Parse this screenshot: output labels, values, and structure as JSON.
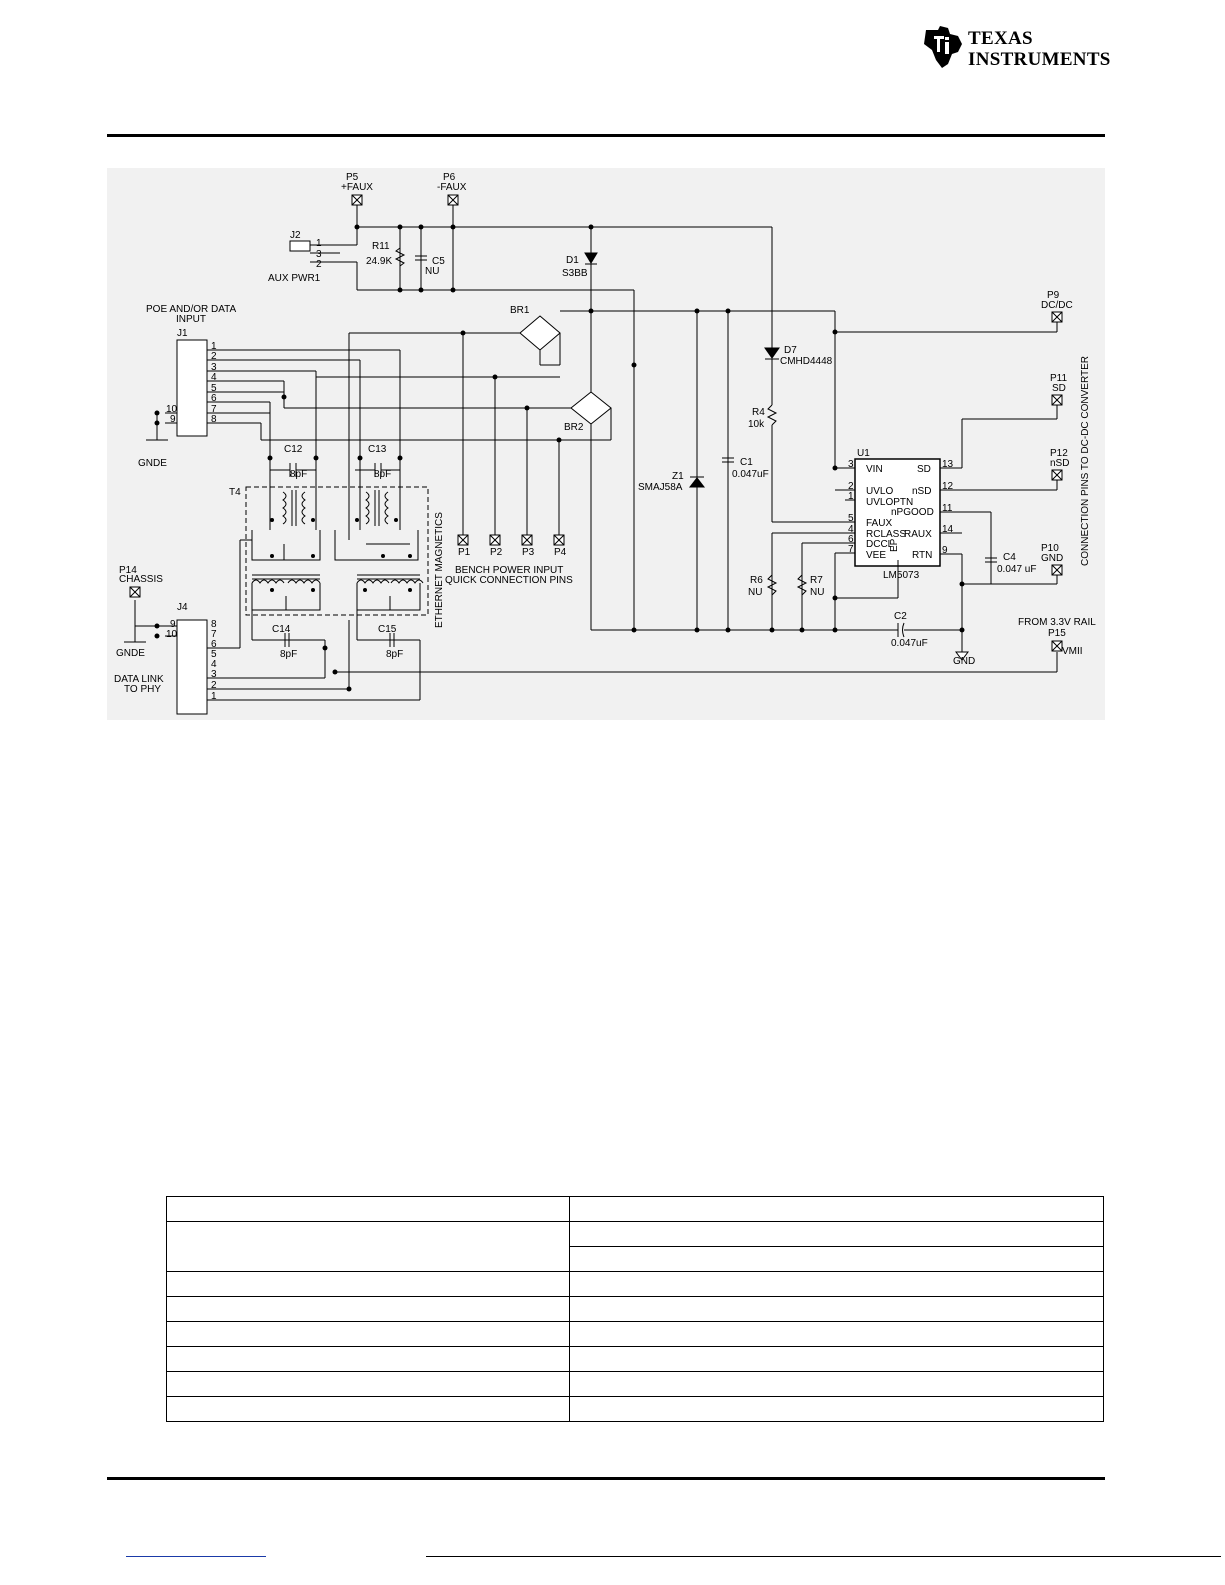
{
  "header": {
    "logo_line1": "Texas",
    "logo_line2": "Instruments",
    "logo_icon": "ti-state-logo-icon"
  },
  "schematic": {
    "refs": {
      "P5": "P5",
      "P5v": "+FAUX",
      "P6": "P6",
      "P6v": "-FAUX",
      "J2": "J2",
      "J2p1": "1",
      "J2p3": "3",
      "J2p2": "2",
      "AUX": "AUX PWR1",
      "R11": "R11",
      "R11v": "24.9K",
      "C5": "C5",
      "C5v": "NU",
      "D1": "D1",
      "D1v": "S3BB",
      "BR1": "BR1",
      "BR2": "BR2",
      "D7": "D7",
      "D7v": "CMHD4448",
      "R4": "R4",
      "R4v": "10k",
      "C1": "C1",
      "C1v": "0.047uF",
      "Z1": "Z1",
      "Z1v": "SMAJ58A",
      "U1": "U1",
      "U1v": "LM5073",
      "pin_VIN": "VIN",
      "pin_UVLO": "UVLO",
      "pin_UVLOPTN": "UVLOPTN",
      "pin_FAUX": "FAUX",
      "pin_RCLASS": "RCLASS",
      "pin_DCCL": "DCCL",
      "pin_VEE": "VEE",
      "pin_EP": "EP",
      "pin_SD": "SD",
      "pin_nSD": "nSD",
      "pin_nPGOOD": "nPGOOD",
      "pin_RAUX": "RAUX",
      "pin_RTN": "RTN",
      "n3": "3",
      "n2": "2",
      "n1": "1",
      "n5": "5",
      "n4": "4",
      "n6": "6",
      "n7": "7",
      "n13": "13",
      "n12": "12",
      "n11": "11",
      "n14": "14",
      "n9": "9",
      "P9": "P9",
      "P9v": "DC/DC",
      "P11": "P11",
      "P11v": "SD",
      "P12": "P12",
      "P12v": "nSD",
      "P10": "P10",
      "P10v": "GND",
      "C4": "C4",
      "C4v": "0.047 uF",
      "R6": "R6",
      "R6v": "NU",
      "R7": "R7",
      "R7v": "NU",
      "C2": "C2",
      "C2v": "0.047uF",
      "GND": "GND",
      "FROM": "FROM 3.3V RAIL",
      "P15": "P15",
      "P15v": "VMII",
      "vertical": "CONNECTION PINS TO DC-DC CONVERTER",
      "POE1": "POE AND/OR DATA",
      "POE2": "INPUT",
      "J1": "J1",
      "GNDE1": "GNDE",
      "C12": "C12",
      "C12v": "8pF",
      "C13": "C13",
      "C13v": "8pF",
      "T4": "T4",
      "ETH": "ETHERNET MAGNETICS",
      "P1": "P1",
      "P2": "P2",
      "P3": "P3",
      "P4": "P4",
      "BENCH1": "BENCH POWER INPUT",
      "BENCH2": "QUICK CONNECTION PINS",
      "P14": "P14",
      "P14v": "CHASSIS",
      "J4": "J4",
      "GNDE2": "GNDE",
      "DL1": "DATA LINK",
      "DL2": "TO PHY",
      "C14": "C14",
      "C14v": "8pF",
      "C15": "C15",
      "C15v": "8pF",
      "j1_1": "1",
      "j1_2": "2",
      "j1_3": "3",
      "j1_4": "4",
      "j1_5": "5",
      "j1_6": "6",
      "j1_7": "7",
      "j1_8": "8",
      "j1_10": "10",
      "j1_9": "9",
      "j4_8": "8",
      "j4_7": "7",
      "j4_6": "6",
      "j4_5": "5",
      "j4_4": "4",
      "j4_3": "3",
      "j4_2": "2",
      "j4_1": "1",
      "j4_9": "9",
      "j4_10": "10"
    }
  },
  "table": {
    "rows": [
      [
        "",
        ""
      ],
      [
        "",
        ""
      ],
      [
        "",
        ""
      ],
      [
        "",
        ""
      ],
      [
        "",
        ""
      ],
      [
        "",
        ""
      ],
      [
        "",
        ""
      ],
      [
        "",
        ""
      ],
      [
        "",
        ""
      ]
    ]
  }
}
